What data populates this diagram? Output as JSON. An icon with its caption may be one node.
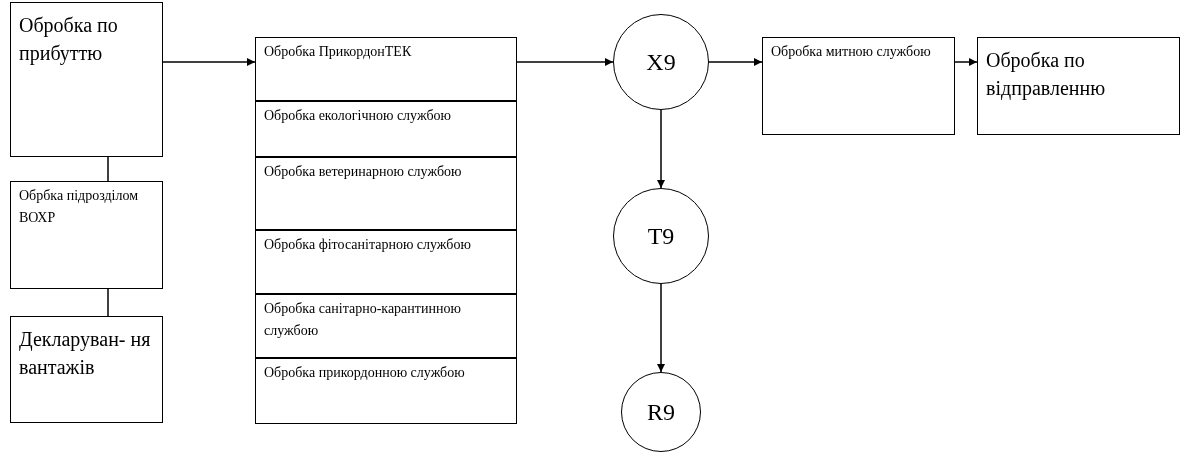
{
  "diagram": {
    "nodes": [
      {
        "text": [
          "Обробка по прибуттю"
        ]
      },
      {
        "text": [
          "Обрбка підрозділом ВОХР"
        ]
      },
      {
        "text": [
          "Декларуван- ня вантажів"
        ]
      },
      {
        "text": [
          "Обробка ПрикордонТЕК"
        ]
      },
      {
        "text": [
          "Обробка екологічною службою"
        ]
      },
      {
        "text": [
          "Обробка ветеринарною службою"
        ]
      },
      {
        "text": [
          "Обробка фітосанітарною службою"
        ]
      },
      {
        "text": [
          "Обробка санітарно-карантинною службою"
        ]
      },
      {
        "text": [
          "Обробка прикордонною службою"
        ]
      },
      {
        "text": [
          "X9"
        ]
      },
      {
        "text": [
          "T9"
        ]
      },
      {
        "text": [
          "R9"
        ]
      },
      {
        "text": [
          "Обробка митною службою"
        ]
      },
      {
        "text": [
          "Обробка по відправленню"
        ]
      }
    ],
    "edges": [
      {
        "from": 0,
        "to": 1,
        "arrow": "none"
      },
      {
        "from": 1,
        "to": 2,
        "arrow": "none"
      },
      {
        "from": 0,
        "to": 3,
        "arrow": "to"
      },
      {
        "from": 3,
        "to": 9,
        "arrow": "to"
      },
      {
        "from": 9,
        "to": 12,
        "arrow": "to"
      },
      {
        "from": 12,
        "to": 13,
        "arrow": "to"
      },
      {
        "from": 9,
        "to": 10,
        "arrow": "to"
      },
      {
        "from": 10,
        "to": 11,
        "arrow": "to"
      }
    ]
  }
}
